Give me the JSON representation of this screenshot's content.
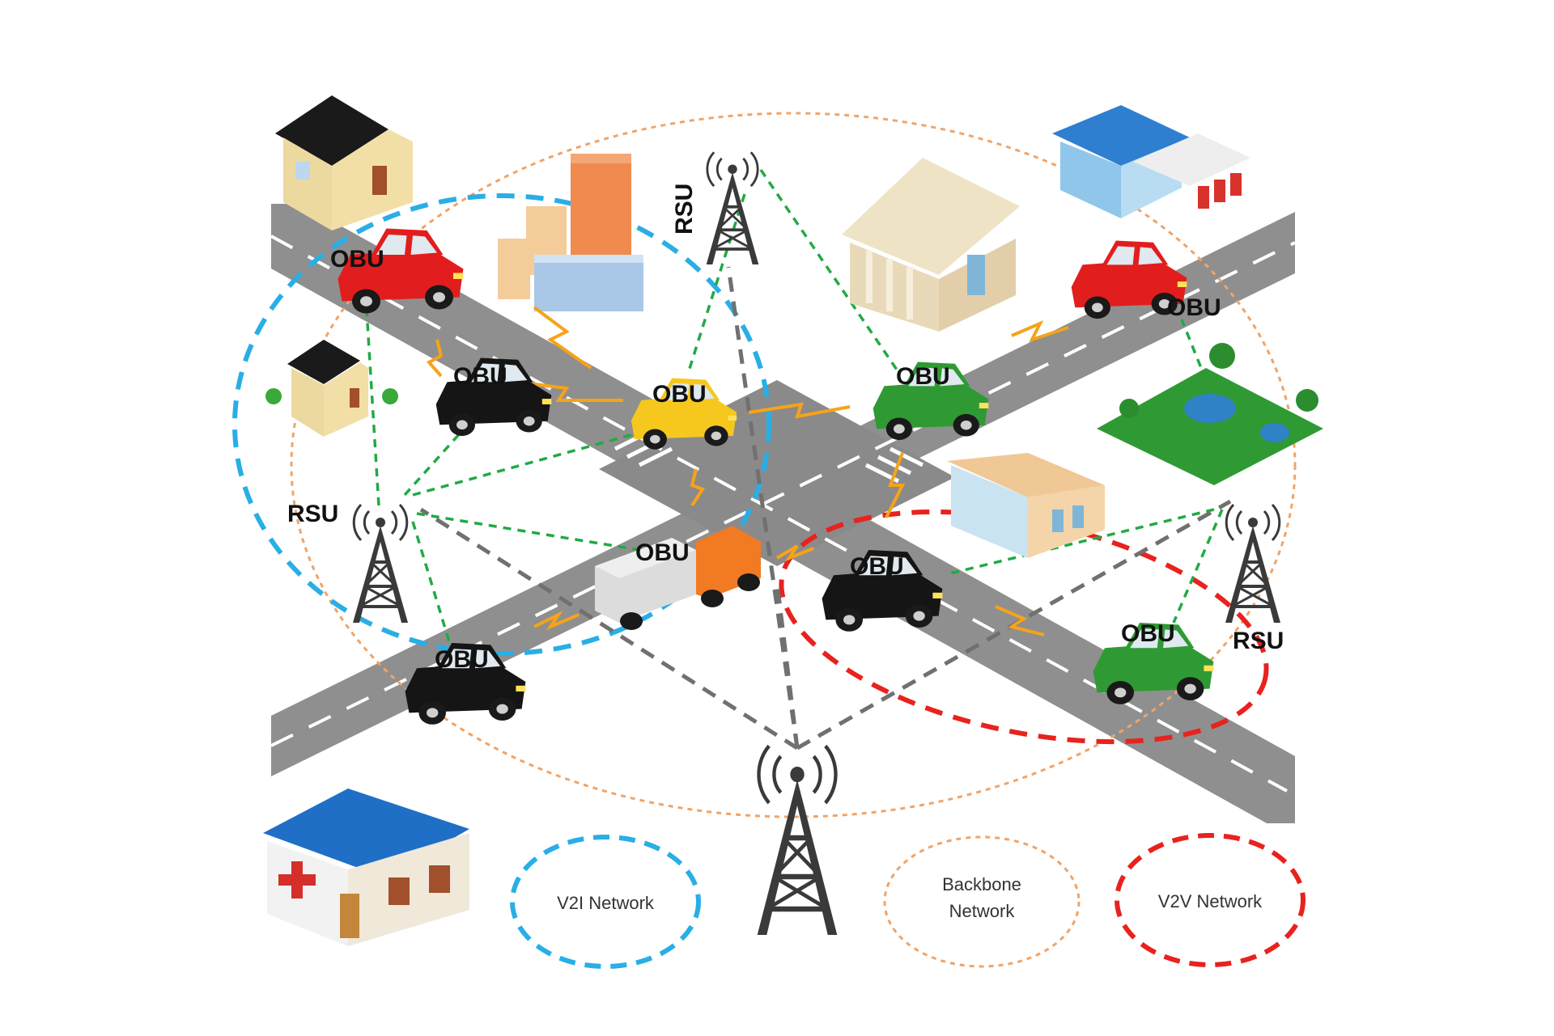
{
  "labels": {
    "obu": "OBU",
    "rsu": "RSU"
  },
  "legend": {
    "v2i": "V2I Network",
    "backbone_line1": "Backbone",
    "backbone_line2": "Network",
    "v2v": "V2V Network"
  },
  "colors": {
    "v2i_network": "#29aee6",
    "backbone_network": "#f0a468",
    "v2v_network": "#e8221e",
    "v2i_link": "#22aa44",
    "backbone_link": "#707070",
    "v2v_link": "#f5a31a",
    "road": "#8f8f8f",
    "road_marking": "#ffffff",
    "tower": "#3a3a3a"
  },
  "vehicles": [
    {
      "color": "red",
      "label": "OBU"
    },
    {
      "color": "red",
      "label": "OBU"
    },
    {
      "color": "black",
      "label": "OBU"
    },
    {
      "color": "yellow",
      "label": "OBU"
    },
    {
      "color": "green",
      "label": "OBU"
    },
    {
      "color": "orange-truck",
      "label": "OBU"
    },
    {
      "color": "black",
      "label": "OBU"
    },
    {
      "color": "green",
      "label": "OBU"
    },
    {
      "color": "black",
      "label": "OBU"
    }
  ],
  "icons": [
    "house-icon",
    "office-building-icon",
    "bank-icon",
    "gas-station-icon",
    "park-icon",
    "shop-icon",
    "hospital-icon",
    "cell-tower-icon"
  ]
}
